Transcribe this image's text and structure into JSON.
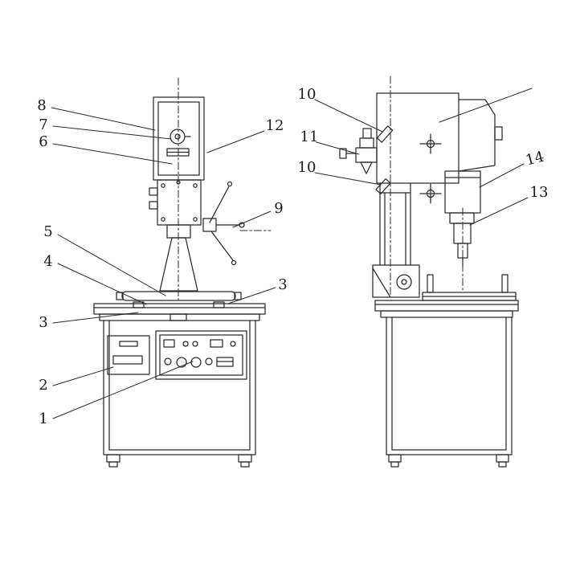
{
  "figure": {
    "ink_color": "#2a2a2a",
    "paper_color": "#ffffff",
    "callouts": [
      {
        "id": "front-8",
        "text": "8"
      },
      {
        "id": "front-7",
        "text": "7"
      },
      {
        "id": "front-6",
        "text": "6"
      },
      {
        "id": "front-5",
        "text": "5"
      },
      {
        "id": "front-4",
        "text": "4"
      },
      {
        "id": "front-3-left",
        "text": "3"
      },
      {
        "id": "front-2",
        "text": "2"
      },
      {
        "id": "front-1",
        "text": "1"
      },
      {
        "id": "front-9",
        "text": "9"
      },
      {
        "id": "front-12",
        "text": "12"
      },
      {
        "id": "front-3-right",
        "text": "3"
      },
      {
        "id": "side-10-upper",
        "text": "10"
      },
      {
        "id": "side-11",
        "text": "11"
      },
      {
        "id": "side-10-lower",
        "text": "10"
      },
      {
        "id": "side-14",
        "text": "14"
      },
      {
        "id": "side-13",
        "text": "13"
      }
    ]
  }
}
